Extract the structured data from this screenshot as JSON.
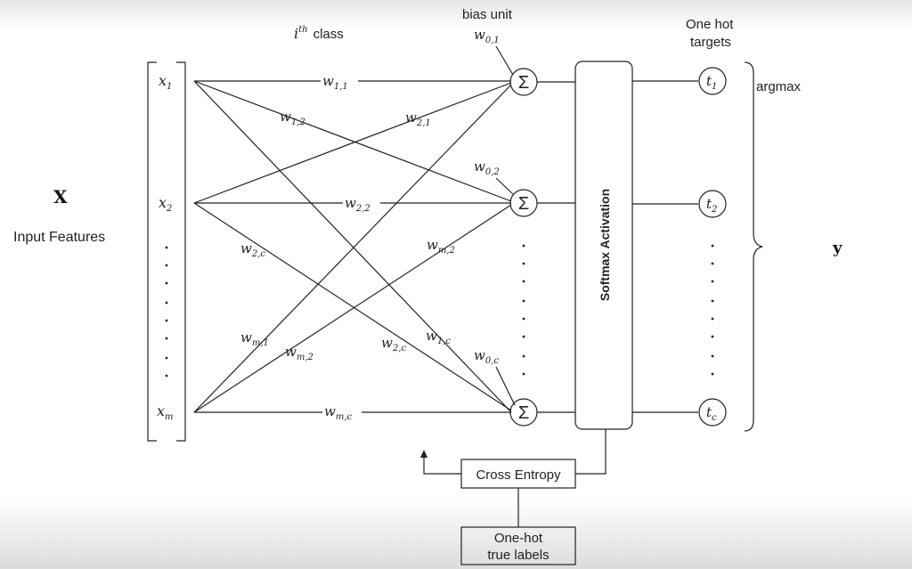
{
  "input": {
    "x_symbol": "X",
    "input_label": "Input Features",
    "nodes": [
      {
        "base": "x",
        "sub": "1"
      },
      {
        "base": "x",
        "sub": "2"
      },
      {
        "base": "x",
        "sub": "m"
      }
    ]
  },
  "header": {
    "class_label": "class",
    "ith_base": "i",
    "ith_sup": "th",
    "bias_unit": "bias unit",
    "one_hot_line1": "One hot",
    "one_hot_line2": "targets"
  },
  "weights": {
    "w11": {
      "base": "w",
      "sub": "1,1"
    },
    "w12": {
      "base": "w",
      "sub": "1,2"
    },
    "w21": {
      "base": "w",
      "sub": "2,1"
    },
    "w22": {
      "base": "w",
      "sub": "2,2"
    },
    "w2c_left": {
      "base": "w",
      "sub": "2,c"
    },
    "wm2_right": {
      "base": "w",
      "sub": "m,2"
    },
    "wm1": {
      "base": "w",
      "sub": "m,1"
    },
    "wm2_left": {
      "base": "w",
      "sub": "m,2"
    },
    "w2c_right": {
      "base": "w",
      "sub": "2,c"
    },
    "w1c": {
      "base": "w",
      "sub": "1,c"
    },
    "wmc": {
      "base": "w",
      "sub": "m,c"
    }
  },
  "biases": [
    {
      "base": "w",
      "sub": "0,1"
    },
    {
      "base": "w",
      "sub": "0,2"
    },
    {
      "base": "w",
      "sub": "0,c"
    }
  ],
  "sum_symbol": "Σ",
  "softmax_label": "Softmax Activation",
  "targets": [
    {
      "base": "t",
      "sub": "1"
    },
    {
      "base": "t",
      "sub": "2"
    },
    {
      "base": "t",
      "sub": "c"
    }
  ],
  "argmax_label": "argmax",
  "y_symbol": "y",
  "cross_entropy_label": "Cross Entropy",
  "true_labels_line1": "One-hot",
  "true_labels_line2": "true labels",
  "colors": {
    "ink": "#222222",
    "background": "#ffffff"
  }
}
